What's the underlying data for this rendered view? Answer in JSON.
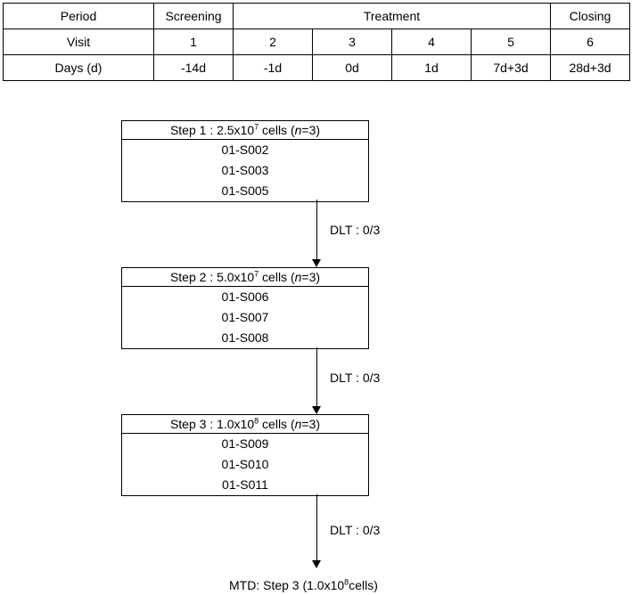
{
  "schedule": {
    "row_period": {
      "label": "Period",
      "screening": "Screening",
      "treatment": "Treatment",
      "closing": "Closing"
    },
    "row_visit": {
      "label": "Visit",
      "values": [
        "1",
        "2",
        "3",
        "4",
        "5",
        "6"
      ]
    },
    "row_days": {
      "label": "Days (d)",
      "values": [
        "-14d",
        "-1d",
        "0d",
        "1d",
        "7d+3d",
        "28d+3d"
      ]
    }
  },
  "steps": [
    {
      "prefix": "Step 1 : 2.5x10",
      "exp": "7",
      "middle": " cells (",
      "n": "n",
      "suffix": "=3)",
      "subjects": [
        "01-S002",
        "01-S003",
        "01-S005"
      ],
      "dlt": "DLT : 0/3"
    },
    {
      "prefix": "Step 2 : 5.0x10",
      "exp": "7",
      "middle": " cells (",
      "n": "n",
      "suffix": "=3)",
      "subjects": [
        "01-S006",
        "01-S007",
        "01-S008"
      ],
      "dlt": "DLT : 0/3"
    },
    {
      "prefix": "Step 3 : 1.0x10",
      "exp": "8",
      "middle": " cells (",
      "n": "n",
      "suffix": "=3)",
      "subjects": [
        "01-S009",
        "01-S010",
        "01-S011"
      ],
      "dlt": "DLT : 0/3"
    }
  ],
  "mtd": {
    "prefix": "MTD:  Step 3 (1.0x10",
    "exp": "8",
    "suffix": "cells)"
  }
}
